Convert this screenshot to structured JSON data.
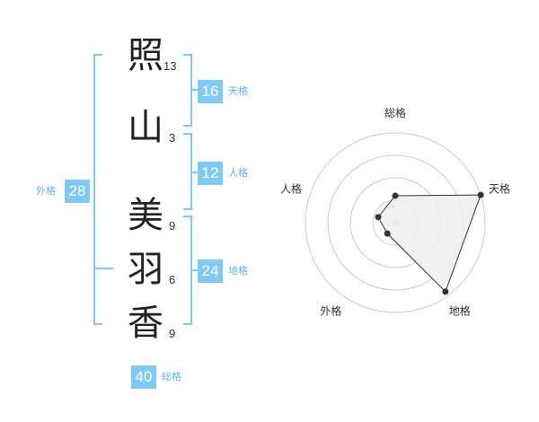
{
  "name": {
    "chars": [
      {
        "kanji": "照",
        "strokes": "13"
      },
      {
        "kanji": "山",
        "strokes": "3"
      },
      {
        "kanji": "美",
        "strokes": "9"
      },
      {
        "kanji": "羽",
        "strokes": "6"
      },
      {
        "kanji": "香",
        "strokes": "9"
      }
    ]
  },
  "kakusu": {
    "tenkaku": {
      "value": "16",
      "label": "天格"
    },
    "jinkaku": {
      "value": "12",
      "label": "人格"
    },
    "chikaku": {
      "value": "24",
      "label": "地格"
    },
    "gaikaku": {
      "value": "28",
      "label": "外格"
    },
    "soukaku": {
      "value": "40",
      "label": "総格"
    }
  },
  "chart_data": {
    "type": "radar",
    "axes": [
      "総格",
      "天格",
      "地格",
      "外格",
      "人格"
    ],
    "values": [
      0.3,
      1.0,
      0.95,
      0.15,
      0.2
    ],
    "max": 1,
    "rings": 4,
    "colors": {
      "fill": "#eeeeee",
      "line": "#333333",
      "ring": "#cccccc",
      "point": "#333333"
    }
  }
}
